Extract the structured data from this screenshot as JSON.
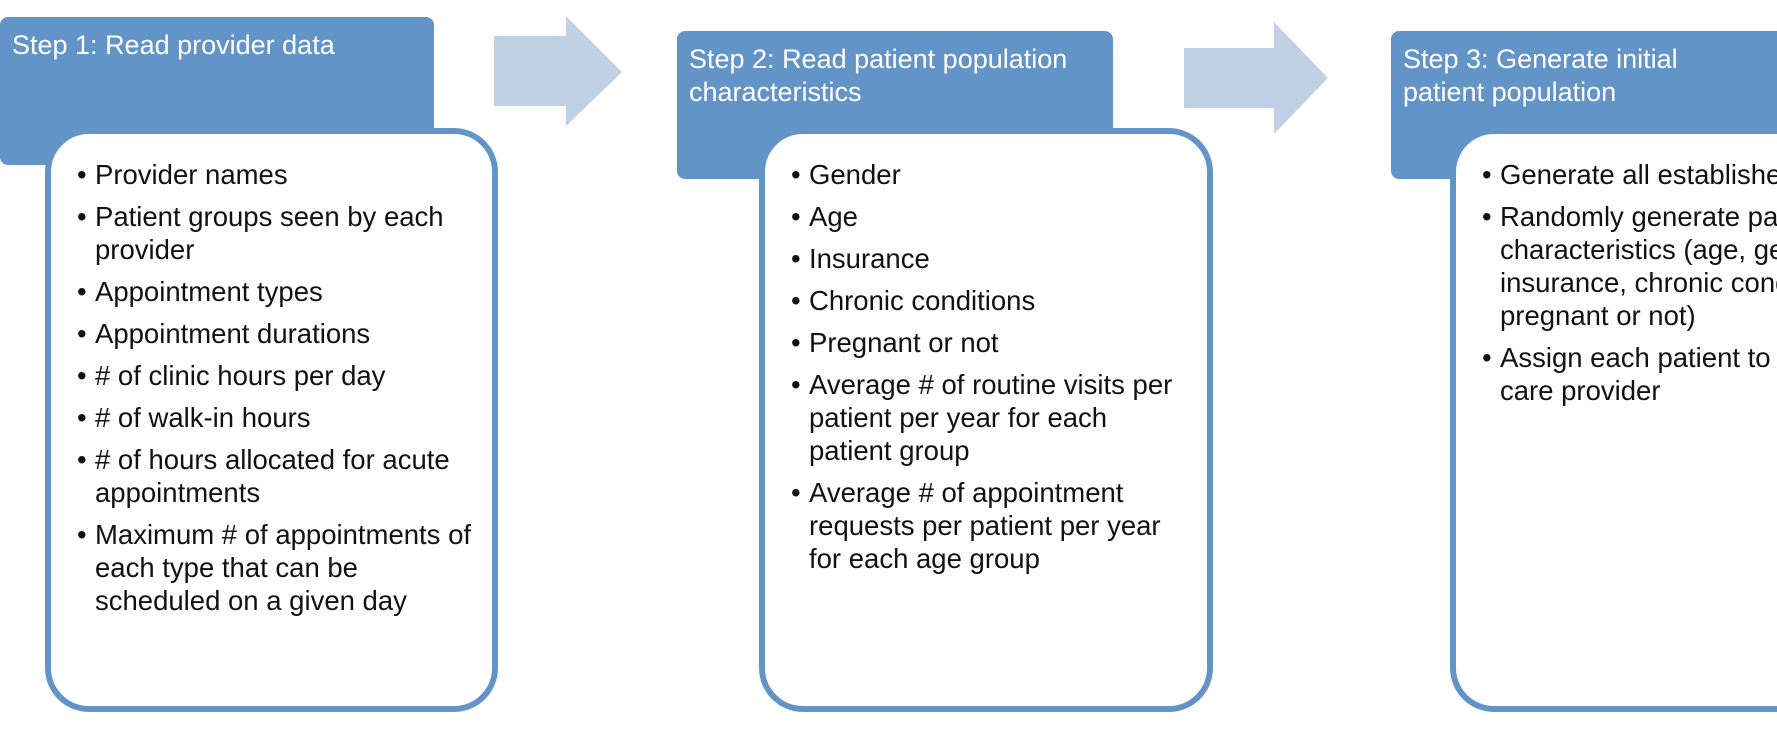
{
  "colors": {
    "header_fill": "#6394c7",
    "card_border": "#6394c7",
    "arrow_fill": "#c0d0e5",
    "text_dark": "#111111",
    "text_light": "#ffffff"
  },
  "steps": [
    {
      "title": "Step 1: Read provider data",
      "items": [
        "Provider names",
        "Patient groups seen by each provider",
        "Appointment types",
        "Appointment durations",
        "# of clinic hours per day",
        "# of walk-in hours",
        "# of hours allocated for acute appointments",
        "Maximum # of appointments of each type that can be scheduled on a given day"
      ]
    },
    {
      "title": "Step 2: Read patient population characteristics",
      "items": [
        "Gender",
        "Age",
        "Insurance",
        "Chronic conditions",
        "Pregnant or not",
        "Average # of routine visits per patient per year for each patient group",
        "Average # of appointment requests per patient per year for each age group"
      ]
    },
    {
      "title": "Step 3: Generate initial patient population",
      "items": [
        "Generate all established patients",
        "Randomly generate patient characteristics (age, gender, insurance, chronic condition if any, pregnant or not)",
        "Assign each patient to a primary care provider"
      ]
    }
  ]
}
